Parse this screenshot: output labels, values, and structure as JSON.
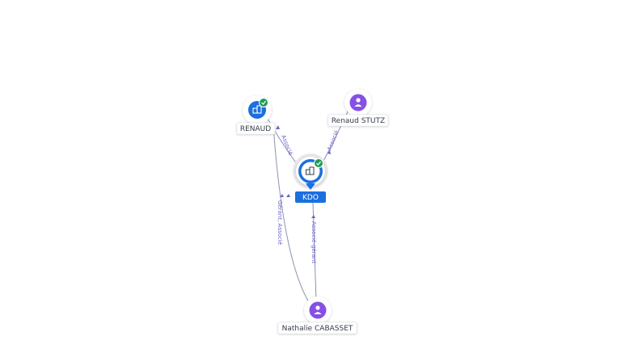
{
  "colors": {
    "company": "#1b6fe0",
    "person": "#8650e6",
    "verified": "#1f9d55",
    "edge": "#8a93b0",
    "edge_label": "#6c63c9",
    "center_label_bg": "#1b6fe0"
  },
  "nodes": {
    "renaud": {
      "label": "RENAUD",
      "kind": "company",
      "icon": "building-icon",
      "badge": "check-icon"
    },
    "renaud_stutz": {
      "label": "Renaud STUTZ",
      "kind": "person",
      "icon": "person-icon"
    },
    "kdo": {
      "label": "KDO",
      "kind": "company",
      "icon": "building-icon",
      "badge": "check-icon",
      "center": true
    },
    "nathalie": {
      "label": "Nathalie CABASSET",
      "kind": "person",
      "icon": "person-icon"
    }
  },
  "edges": {
    "kdo_renaud": {
      "label": "Associé"
    },
    "kdo_stutz": {
      "label": "Associé"
    },
    "nathalie_renaud": {
      "label": "Gérant, Associé"
    },
    "nathalie_kdo": {
      "label": "Associé-gérant"
    }
  }
}
